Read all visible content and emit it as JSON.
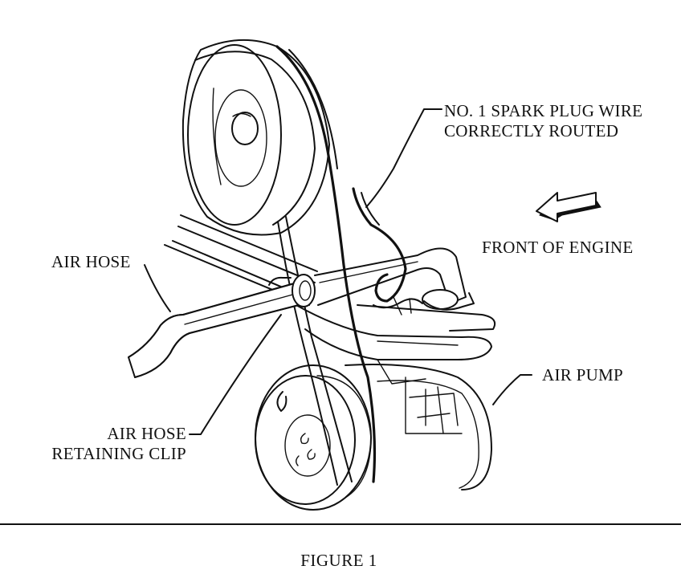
{
  "labels": {
    "spark_plug_wire_line1": "NO. 1 SPARK PLUG WIRE",
    "spark_plug_wire_line2": "CORRECTLY ROUTED",
    "front_of_engine": "FRONT OF ENGINE",
    "air_hose": "AIR HOSE",
    "air_pump": "AIR PUMP",
    "retaining_clip_line1": "AIR HOSE",
    "retaining_clip_line2": "RETAINING CLIP"
  },
  "caption": "FIGURE 1"
}
